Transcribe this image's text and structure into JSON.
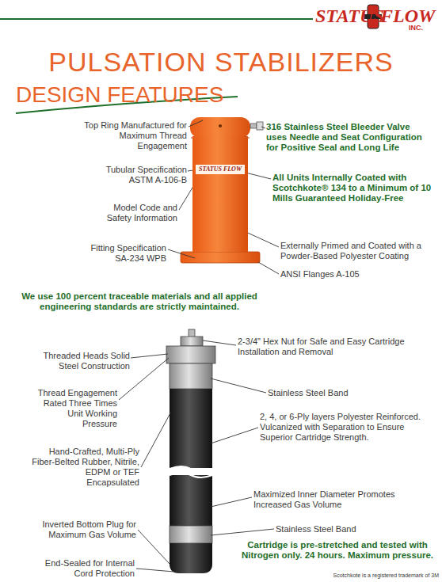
{
  "diagram": {
    "title": "PULSATION STABILIZERS",
    "nodes": [
      {
        "text": [
          "STATUS FLOW"
        ]
      }
    ],
    "labels": [
      "STATUS",
      "FLOW",
      "INC.",
      "DESIGN FEATURES",
      "Top Ring Manufactured for Maximum Thread Engagement",
      "316 Stainless Steel Bleeder Valve uses Needle and Seat Configuration for Positive Seal and Long Life",
      "Tubular Specification ASTM A-106-B",
      "All Units Internally Coated with Scotchkote® 134 to a Minimum of 10 Mills Guaranteed Holiday-Free",
      "Model Code and Safety Information",
      "Fitting Specification SA-234 WPB",
      "Externally Primed and Coated with a Powder-Based Polyester Coating",
      "We use 100 percent traceable materials and all applied engineering standards are strictly maintained.",
      "ANSI Flanges A-105",
      "Threaded Heads Solid Steel Construction",
      "2-3/4\" Hex Nut for Safe and Easy Cartridge Installation and Removal",
      "Stainless Steel Band",
      "Thread Engagement Rated Three Times Unit Working Pressure",
      "2, 4, or 6-Ply layers Polyester Reinforced. Vulcanized with Separation to Ensure Superior Cartridge Strength.",
      "Hand-Crafted, Multi-Ply Fiber-Belted Rubber, Nitrile, EDPM or TEF Encapsulated",
      "Maximized Inner Diameter Promotes Increased Gas Volume",
      "Inverted Bottom Plug for Maximum Gas Volume",
      "Stainless Steel Band",
      "Cartridge is pre-stretched and tested with Nitrogen only. 24 hours. Maximum pressure.",
      "End-Sealed for Internal Cord Protection",
      "Scotchkote is a registered trademark of 3M"
    ]
  }
}
